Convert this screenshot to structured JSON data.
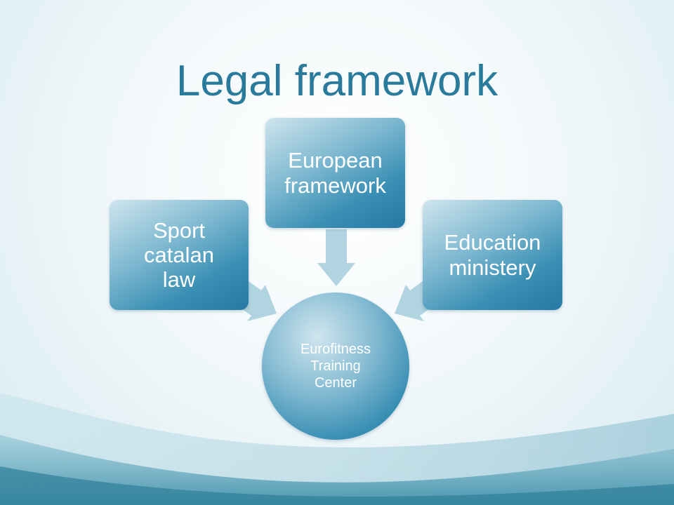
{
  "slide": {
    "title": "Legal framework"
  },
  "diagram": {
    "center": {
      "label": "Eurofitness\nTraining\nCenter"
    },
    "nodes": [
      {
        "label": "Sport\ncatalan\nlaw"
      },
      {
        "label": "European\nframework"
      },
      {
        "label": "Education\nministery"
      }
    ]
  },
  "colors": {
    "title": "#2a7a9c",
    "node_dark": "#2579a3",
    "node_light": "#cfe5ee",
    "arrow": "#a9cfdd"
  }
}
